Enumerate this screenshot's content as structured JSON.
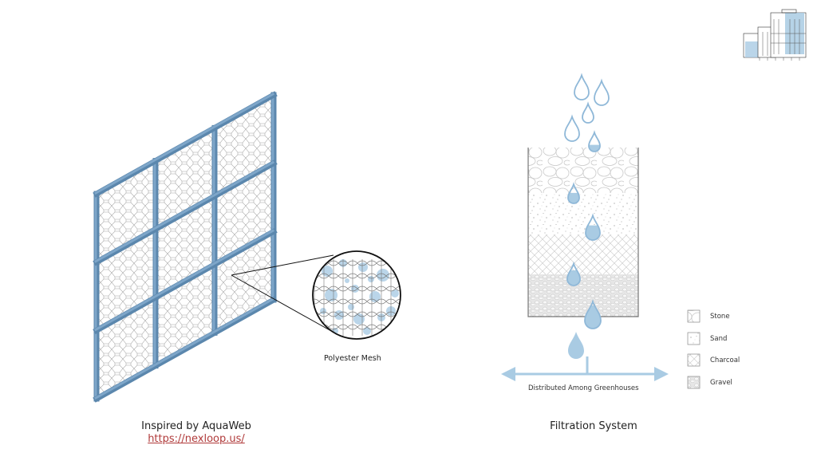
{
  "left_panel": {
    "title": "Inspired by AquaWeb",
    "link": "https://nexloop.us/",
    "callout_label": "Polyester Mesh",
    "frame": {
      "rows": 3,
      "cols": 3
    }
  },
  "right_panel": {
    "title": "Filtration System",
    "distribution_label": "Distributed Among Greenhouses",
    "layers": [
      "Stone",
      "Sand",
      "Charcoal",
      "Gravel"
    ],
    "legend": [
      {
        "label": "Stone",
        "pattern": "stone"
      },
      {
        "label": "Sand",
        "pattern": "sand"
      },
      {
        "label": "Charcoal",
        "pattern": "charcoal"
      },
      {
        "label": "Gravel",
        "pattern": "gravel"
      }
    ]
  },
  "logo": {
    "icon": "building-icon"
  },
  "colors": {
    "frame": "#5b87ad",
    "frame_light": "#7ea6c9",
    "water": "#a9cbe3",
    "water_stroke": "#8fb8d8",
    "mesh": "#9a9a9a",
    "container": "#666666",
    "link": "#b03a3a"
  }
}
